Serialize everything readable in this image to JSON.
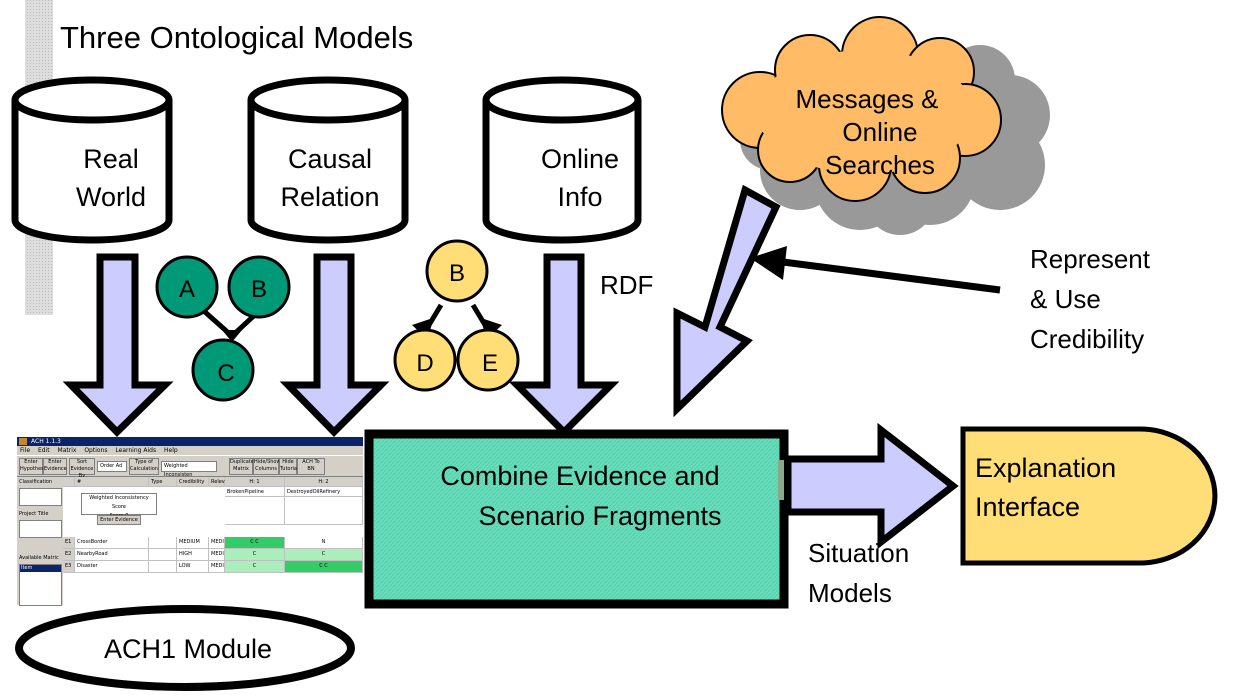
{
  "title": "Three Ontological Models",
  "databases": [
    {
      "line1": "Real",
      "line2": "World"
    },
    {
      "line1": "Causal",
      "line2": "Relation"
    },
    {
      "line1": "Online",
      "line2": "Info"
    }
  ],
  "cloud": {
    "line1": "Messages &",
    "line2": "Online",
    "line3": "Searches"
  },
  "labels": {
    "rdf": "RDF",
    "represent1": "Represent",
    "represent2": "& Use",
    "represent3": "Credibility",
    "situation1": "Situation",
    "situation2": "Models"
  },
  "nodes_left": {
    "a": "A",
    "b": "B",
    "c": "C"
  },
  "nodes_right": {
    "b": "B",
    "d": "D",
    "e": "E"
  },
  "combine": {
    "line1": "Combine Evidence and",
    "line2": "Scenario Fragments"
  },
  "explanation": {
    "line1": "Explanation",
    "line2": "Interface"
  },
  "ach_module": "ACH1 Module",
  "colors": {
    "arrow_fill": "#ccccff",
    "node_green": "#009977",
    "node_yellow": "#ffdd77",
    "combine_fill": "#66ddbb",
    "explanation_fill": "#ffdd77",
    "cloud_fill": "#ffbb66",
    "cloud_shadow": "#999999"
  },
  "ach": {
    "window_title": "ACH 1.1.3",
    "menu": [
      "File",
      "Edit",
      "Matrix",
      "Options",
      "Learning Aids",
      "Help"
    ],
    "toolbar": {
      "enter_hyp": "Enter Hypothesis",
      "enter_evid": "Enter Evidence",
      "sort": "Sort Evidence By",
      "sort_value": "Order Ad",
      "type_calc": "Type of Calculation",
      "calc_value": "Weighted Inconsisten",
      "duplicate": "Duplicate Matrix",
      "hide_show": "Hide/Show Columns",
      "hide_tutorial": "Hide Tutorial",
      "ach_to_bn": "ACH To BN"
    },
    "left": {
      "classification": "Classification",
      "project_title": "Project Title",
      "available": "Available Matric",
      "item": "Item"
    },
    "headers": {
      "num": "#",
      "type": "Type",
      "cred": "Credibility",
      "rel": "Relev",
      "h1": "H: 1",
      "h2": "H: 2"
    },
    "hyp": {
      "h1": "BrokenPipeline",
      "h2": "DestroyedOilRefinery"
    },
    "score_label": "Weighted Inconsistency Score",
    "score_value": "Score 0",
    "enter_evidence": "Enter Evidence",
    "rows": [
      {
        "id": "E1",
        "name": "CrossBorder",
        "cred": "MEDIUM",
        "rel": "MEDI",
        "h1": "C C",
        "h2": "N"
      },
      {
        "id": "E2",
        "name": "NearbyRoad",
        "cred": "HIGH",
        "rel": "MEDI",
        "h1": "C",
        "h2": "C"
      },
      {
        "id": "E3",
        "name": "Disaster",
        "cred": "LOW",
        "rel": "MEDI",
        "h1": "C",
        "h2": "C C"
      }
    ]
  }
}
